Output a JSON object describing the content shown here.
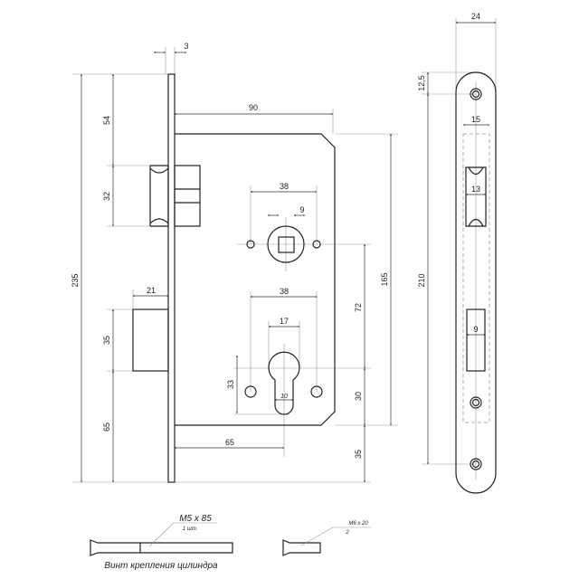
{
  "dimensions": {
    "faceplate_thickness": "3",
    "case_depth": "90",
    "latch_top_offset": "54",
    "latch_height": "32",
    "total_height": "235",
    "handle_holes_spacing": "38",
    "spindle_square": "9",
    "bolt_projection": "21",
    "cylinder_holes_spacing": "38",
    "cylinder_diameter": "17",
    "bolt_height": "35",
    "cylinder_height": "33",
    "cylinder_slot_width": "10",
    "bolt_bottom_offset": "65",
    "backset": "65",
    "case_height": "165",
    "handle_to_cylinder": "72",
    "cylinder_to_case_bottom": "30",
    "case_bottom_offset": "35",
    "plate_width": "24",
    "plate_top_hole_offset": "12,5",
    "plate_cutout_width": "15",
    "latch_slot_width": "13",
    "plate_hole_spacing": "210",
    "bolt_slot_width": "9"
  },
  "screws": {
    "long_spec": "M5 x 85",
    "long_qty": "1 шт.",
    "short_spec": "M6 x 20",
    "short_qty": "2",
    "caption": "Винт крепления цилиндра"
  }
}
